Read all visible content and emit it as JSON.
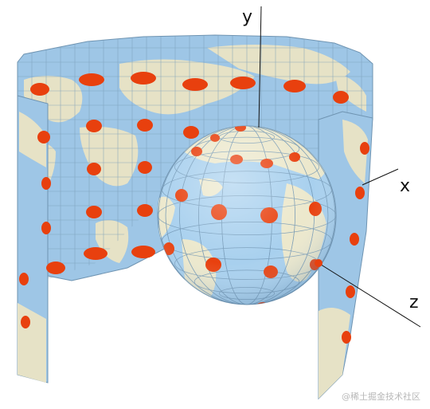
{
  "diagram": {
    "axes": {
      "x": "x",
      "y": "y",
      "z": "z"
    },
    "colors": {
      "ocean": "#9ec6e6",
      "ocean_globe": "#a8d0ee",
      "land": "#e6e2c6",
      "grid": "#7a9cb8",
      "indicatrix": "#e8400e",
      "axis_line": "#111111"
    },
    "watermark": "@稀土掘金技术社区"
  }
}
